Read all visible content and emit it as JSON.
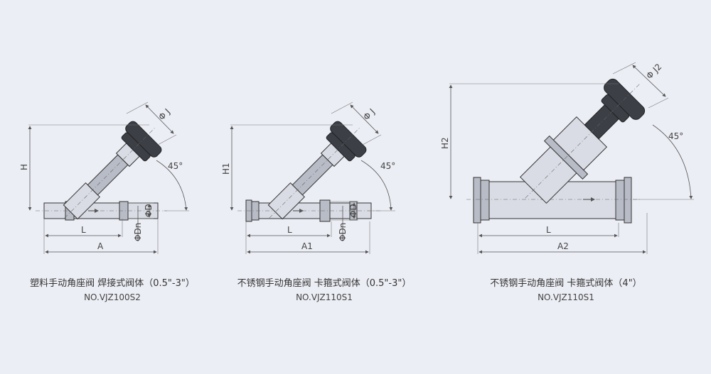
{
  "valves": [
    {
      "caption": "塑料手动角座阀 焊接式阀体（0.5\"-3\"）",
      "model": "NO.VJZ100S2",
      "dims": {
        "dia_j": "Φ J",
        "h": "H",
        "angle": "45°",
        "d": "ΦD",
        "dn": "ΦDn",
        "l": "L",
        "a": "A"
      }
    },
    {
      "caption": "不锈钢手动角座阀 卡箍式阀体（0.5\"-3\"）",
      "model": "NO.VJZ110S1",
      "dims": {
        "dia_j": "Φ J",
        "h": "H1",
        "angle": "45°",
        "d": "ΦD",
        "dn": "ΦDn",
        "l": "L",
        "a": "A1"
      }
    },
    {
      "caption": "不锈钢手动角座阀 卡箍式阀体（4\"）",
      "model": "NO.VJZ110S1",
      "dims": {
        "dia_j": "Φ J2",
        "h": "H2",
        "angle": "45°",
        "l": "L",
        "a": "A2"
      }
    }
  ]
}
